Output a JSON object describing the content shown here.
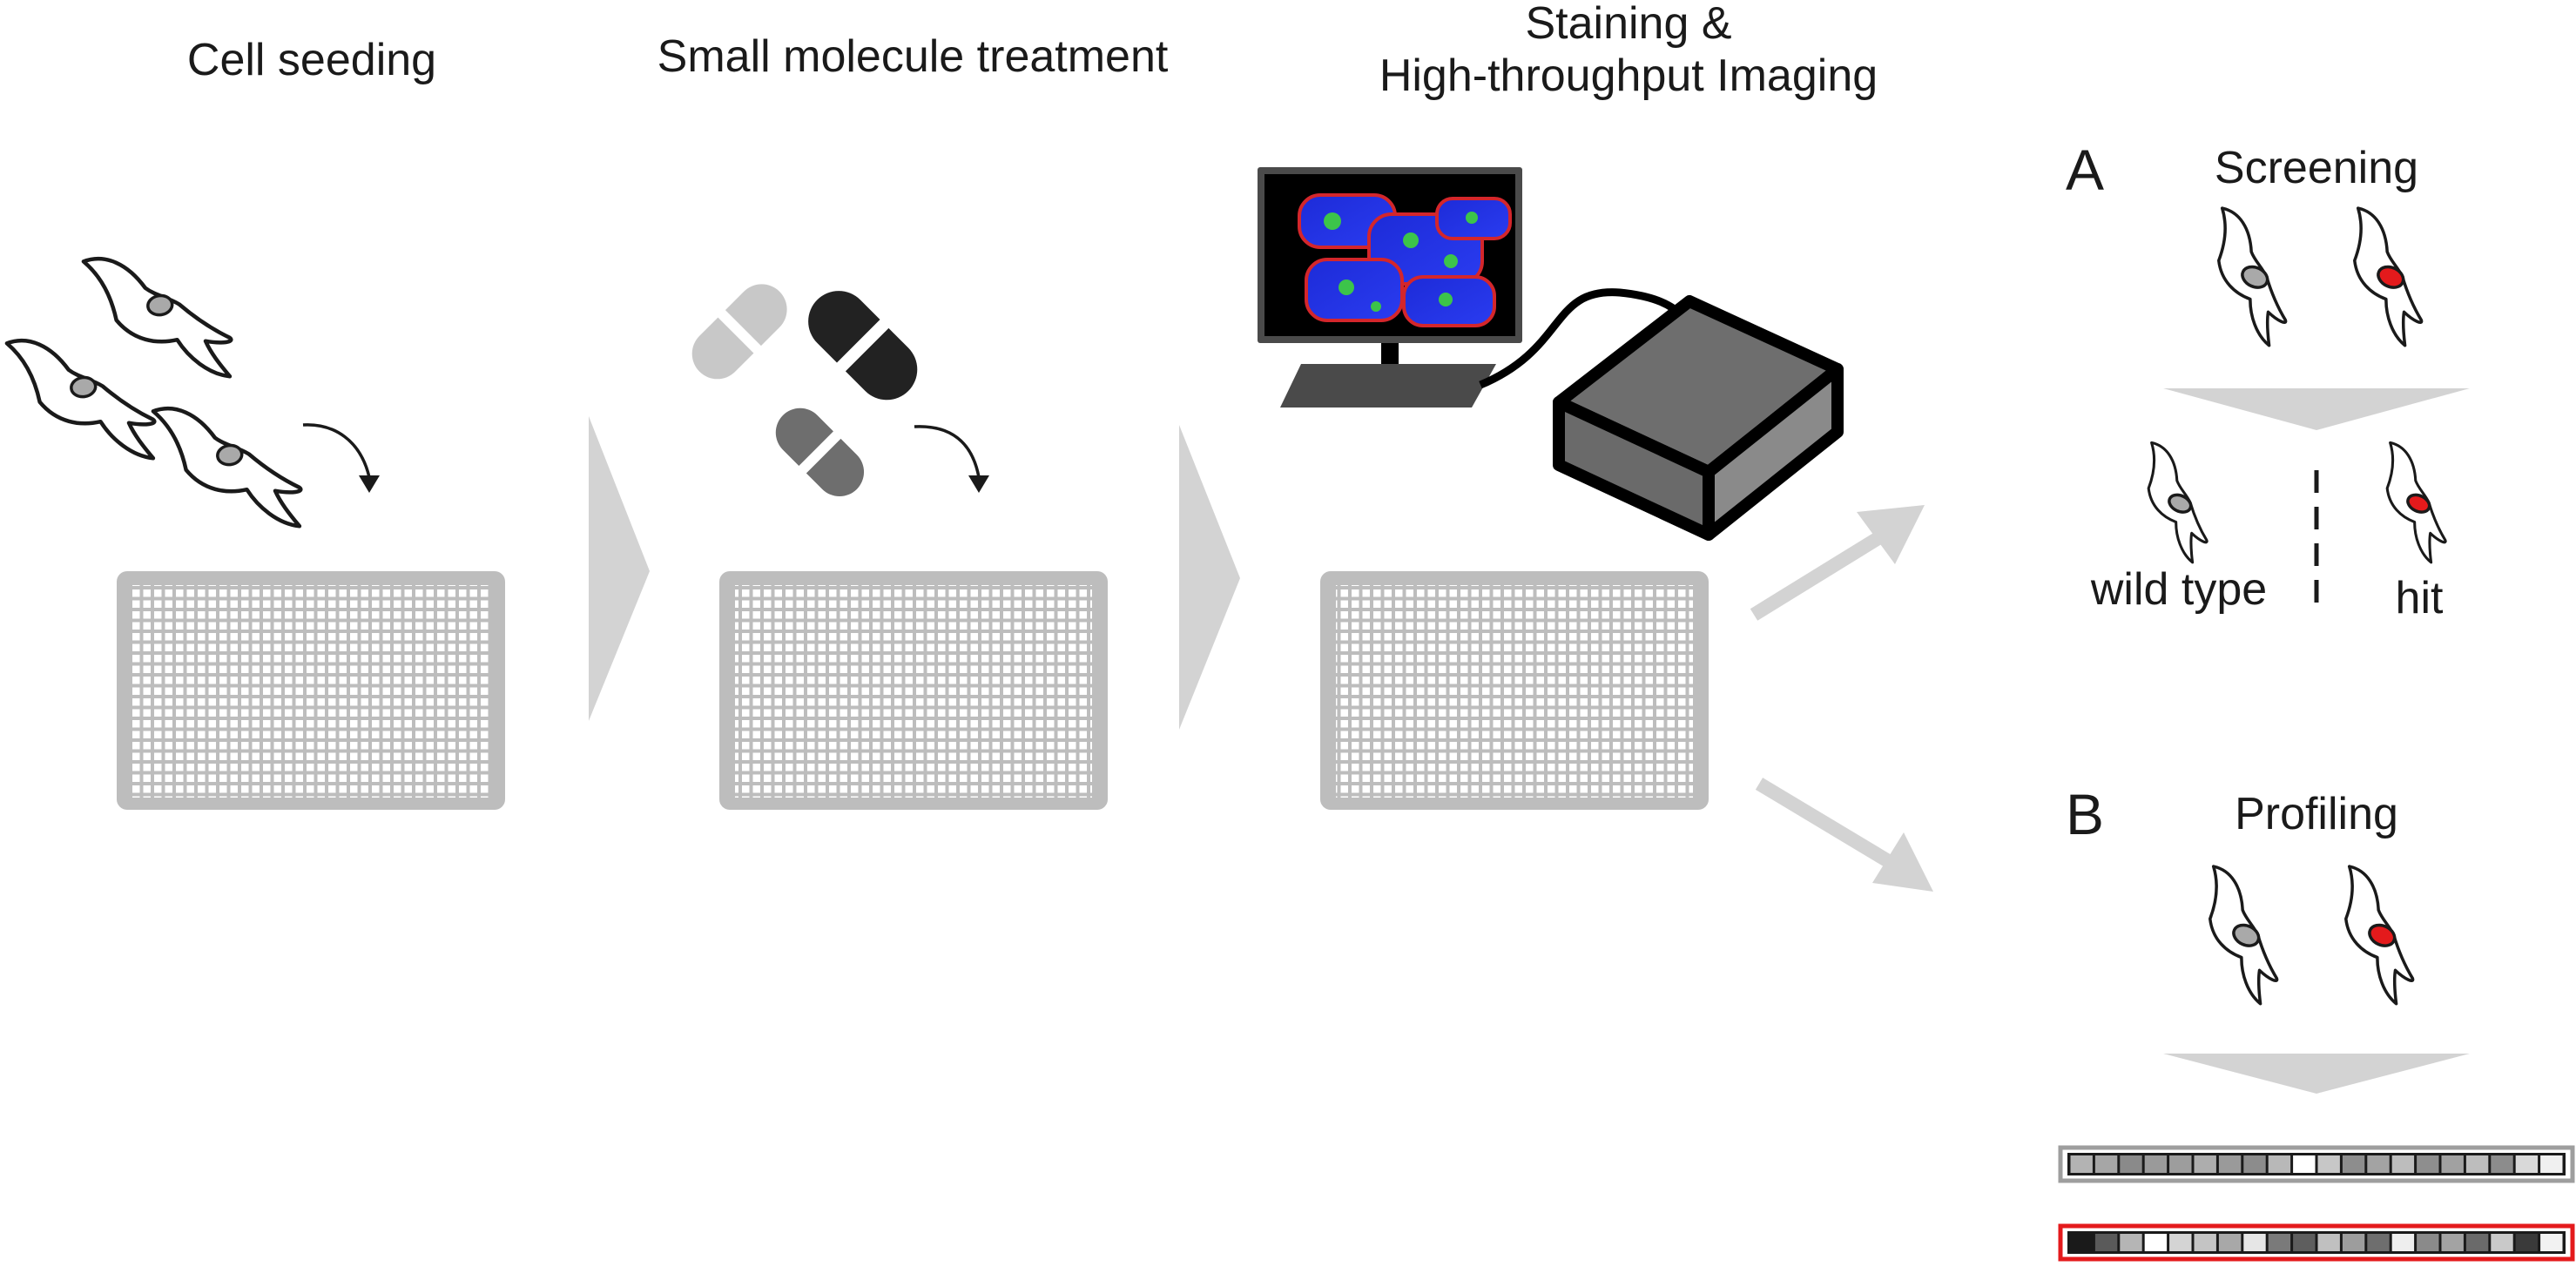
{
  "steps": [
    {
      "title": "Cell seeding"
    },
    {
      "title": "Small molecule treatment"
    },
    {
      "title_line1": "Staining &",
      "title_line2": "High-throughput Imaging"
    }
  ],
  "panel_a": {
    "letter": "A",
    "title": "Screening",
    "wild_type_label": "wild type",
    "hit_label": "hit"
  },
  "panel_b": {
    "letter": "B",
    "title": "Profiling"
  },
  "profiles": {
    "wild_type": {
      "border_color": "#9e9e9e",
      "cells": [
        "#b3b3b3",
        "#a6a6a6",
        "#8a8a8a",
        "#9a9a9a",
        "#9d9d9d",
        "#adadad",
        "#9a9a9a",
        "#8c8c8c",
        "#b8b8b8",
        "#ffffff",
        "#c7c7c7",
        "#8d8d8d",
        "#a3a3a3",
        "#bdbdbd",
        "#8e8e8e",
        "#a1a1a1",
        "#bdbdbd",
        "#8c8c8c",
        "#d9d9d9",
        "#f0f0f0"
      ]
    },
    "hit": {
      "border_color": "#e41a1c",
      "cells": [
        "#1a1a1a",
        "#5a5a5a",
        "#b5b5b5",
        "#ffffff",
        "#d4d4d4",
        "#c4c4c4",
        "#a8a8a8",
        "#e6e6e6",
        "#7a7a7a",
        "#5e5e5e",
        "#c0c0c0",
        "#9d9d9d",
        "#6e6e6e",
        "#eeeeee",
        "#8a8a8a",
        "#a3a3a3",
        "#6a6a6a",
        "#c9c9c9",
        "#3a3a3a",
        "#f2f2f2"
      ]
    }
  },
  "colors": {
    "plate": "#bdbdbd",
    "arrow": "#d3d3d3",
    "hit_nucleus": "#e41a1c",
    "wild_type_nucleus": "#a9a9a9"
  }
}
